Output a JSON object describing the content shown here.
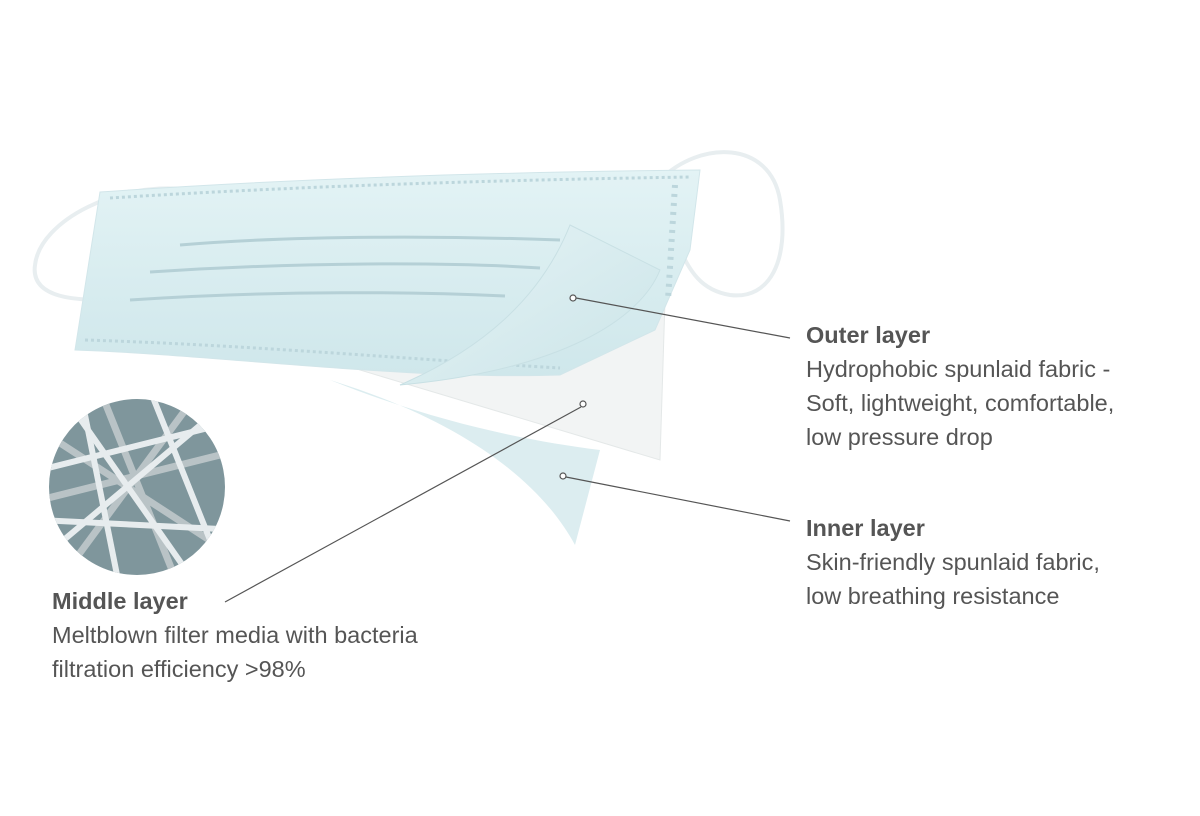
{
  "labels": {
    "outer": {
      "title": "Outer layer",
      "lines": [
        "Hydrophobic spunlaid fabric -",
        "Soft, lightweight, comfortable,",
        "low pressure drop"
      ]
    },
    "inner": {
      "title": "Inner layer",
      "lines": [
        "Skin-friendly spunlaid fabric,",
        "low breathing resistance"
      ]
    },
    "middle": {
      "title": "Middle layer",
      "lines": [
        "Meltblown filter media with bacteria",
        "filtration efficiency >98%"
      ]
    }
  },
  "colors": {
    "mask": "#dbeef1",
    "text": "#555555",
    "leader": "#555555",
    "fiber_bg": "#7f969c"
  }
}
